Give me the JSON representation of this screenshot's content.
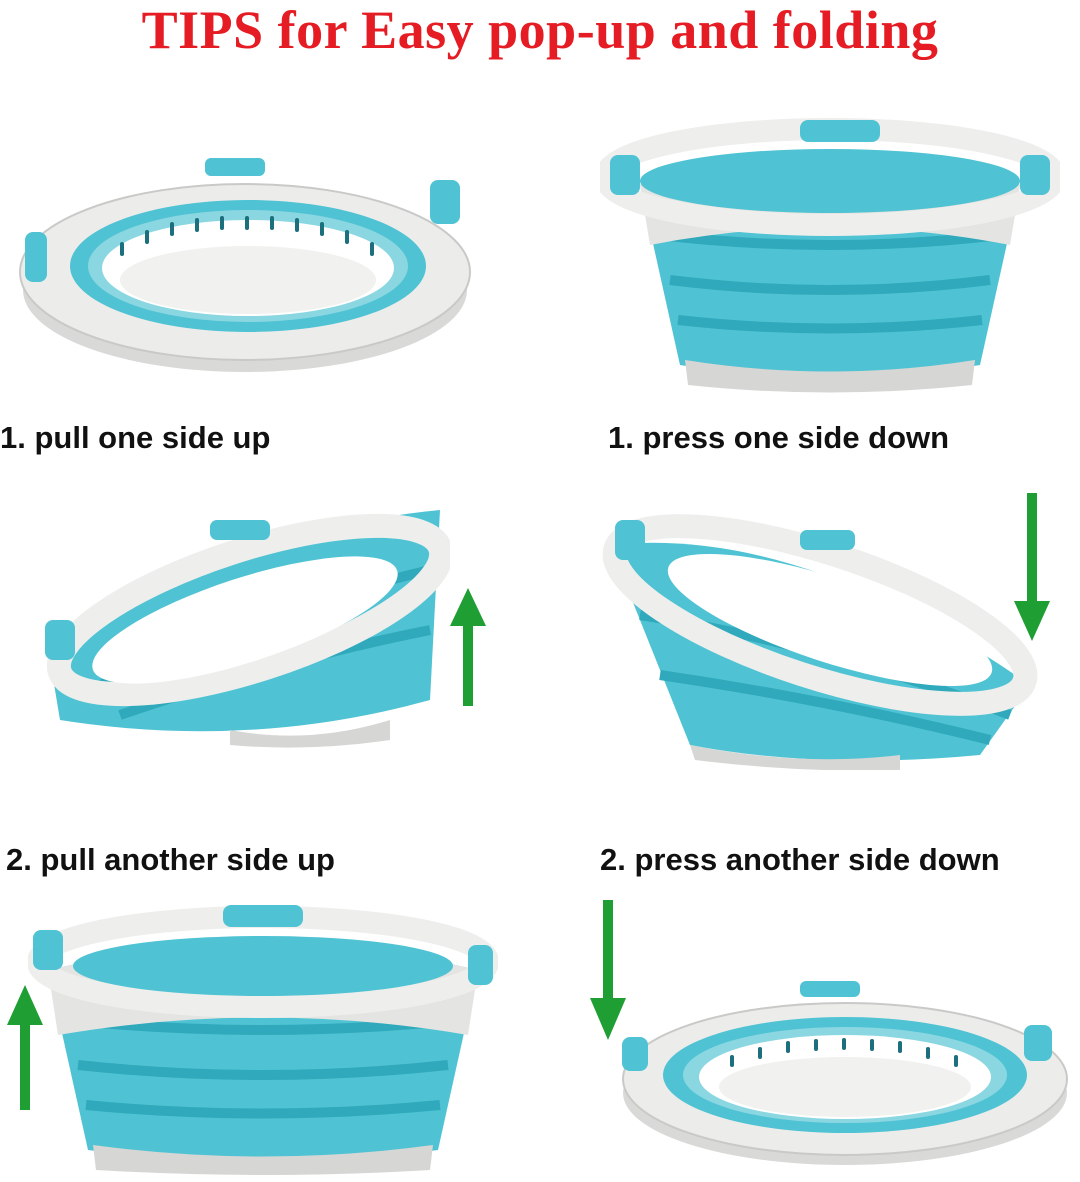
{
  "title": "TIPS for Easy pop-up and folding",
  "colors": {
    "title": "#e51c23",
    "basket_blue": "#4fc3d3",
    "basket_blue_dark": "#2fa9bb",
    "basket_gray": "#e3e3e1",
    "arrow_green": "#1e9e33",
    "caption": "#111111"
  },
  "left_column": {
    "step1": "1. pull one side up",
    "step2": "2. pull another side up"
  },
  "right_column": {
    "step1": "1. press one side down",
    "step2": "2. press another side down"
  },
  "icons": {
    "up_arrow": "up-arrow-icon",
    "down_arrow": "down-arrow-icon"
  }
}
